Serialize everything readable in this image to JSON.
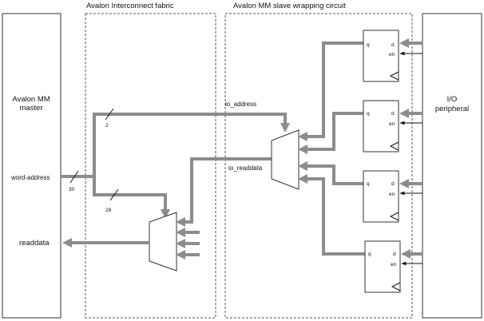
{
  "regions": {
    "interconnect_title": "Avalon Interconnect fabric",
    "slave_wrap_title": "Avalon MM slave wrapping circuit"
  },
  "master": {
    "title_line1": "Avalon MM",
    "title_line2": "master",
    "word_address": "word-address",
    "readdata": "readdata"
  },
  "peripheral": {
    "title_line1": "I/O",
    "title_line2": "peripheral"
  },
  "bus_widths": {
    "total": "30",
    "upper": "2",
    "lower": "28"
  },
  "signals": {
    "io_address": "io_address",
    "io_readdata": "io_readdata"
  },
  "register": {
    "q": "q",
    "d": "d",
    "en": "en"
  },
  "colors": {
    "bus": "#8c8c8c",
    "line": "#111111"
  }
}
